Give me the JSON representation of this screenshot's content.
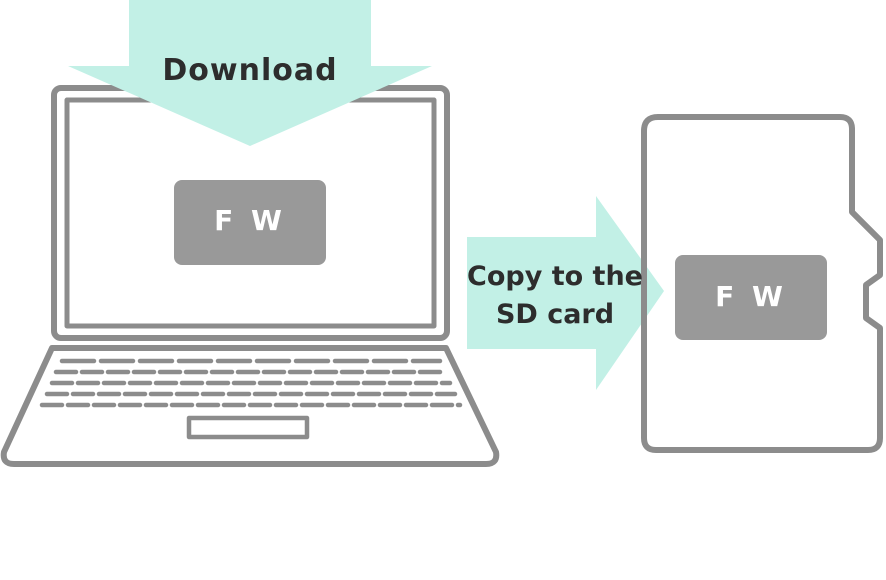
{
  "labels": {
    "download": "Download",
    "laptop_file": "F W",
    "copy": "Copy to the SD card",
    "card_file": "F W"
  },
  "colors": {
    "outline": "#8c8c8c",
    "arrow_fill": "#c2f0e6",
    "file_box_fill": "#999999",
    "file_text": "#ffffff",
    "label_text": "#2d2d2d"
  }
}
